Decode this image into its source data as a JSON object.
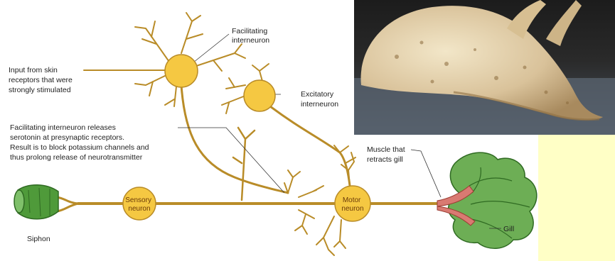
{
  "photo": {
    "subject": "sea slug (Aplysia) photograph"
  },
  "labels": {
    "facilitating_interneuron": [
      "Facilitating",
      "interneuron"
    ],
    "input_from_skin": [
      "Input from skin",
      "receptors that were",
      "strongly stimulated"
    ],
    "excitatory_interneuron": [
      "Excitatory",
      "interneuron"
    ],
    "facilitating_note": [
      "Facilitating interneuron releases",
      "serotonin at presynaptic receptors.",
      "Result is to block potassium channels and",
      "thus prolong release of neurotransmitter"
    ],
    "muscle": [
      "Muscle that",
      "retracts gill"
    ],
    "sensory_neuron": [
      "Sensory",
      "neuron"
    ],
    "motor_neuron": [
      "Motor",
      "neuron"
    ],
    "siphon": "Siphon",
    "gill": "Gill"
  },
  "colors": {
    "background": "#ffffc6",
    "panel": "#ffffff",
    "axon": "#b98c28",
    "cell_body": "#f5c842",
    "siphon": "#4f9a3a",
    "gill": "#6dae55",
    "muscle": "#d97a72"
  }
}
